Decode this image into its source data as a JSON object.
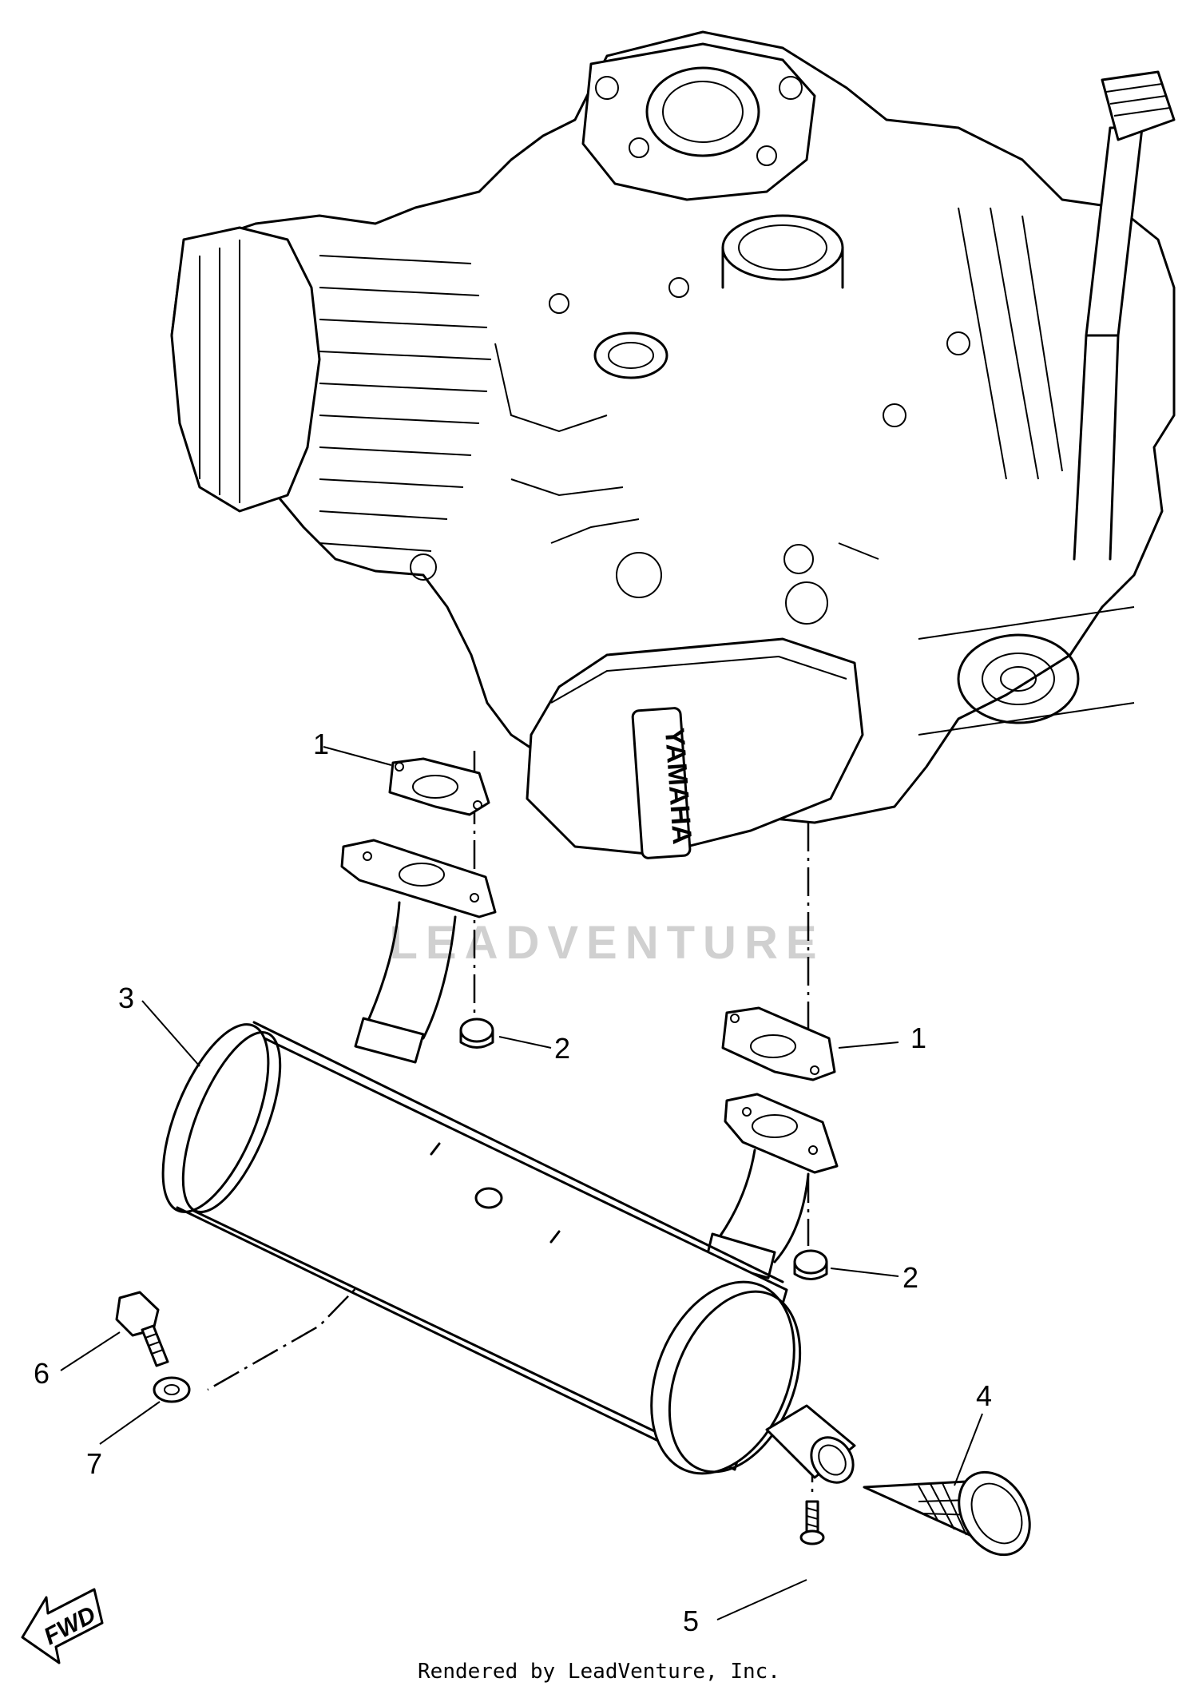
{
  "callouts": [
    {
      "id": "gasket-upper",
      "label": "1"
    },
    {
      "id": "gasket-lower",
      "label": "1"
    },
    {
      "id": "nut-left",
      "label": "2"
    },
    {
      "id": "nut-right",
      "label": "2"
    },
    {
      "id": "muffler",
      "label": "3"
    },
    {
      "id": "spark-arrester",
      "label": "4"
    },
    {
      "id": "screw",
      "label": "5"
    },
    {
      "id": "bolt",
      "label": "6"
    },
    {
      "id": "washer",
      "label": "7"
    }
  ],
  "engine_logo": "YAMAHA",
  "watermark": "LEADVENTURE",
  "direction_marker": "FWD",
  "footer_credit": "Rendered by LeadVenture, Inc."
}
